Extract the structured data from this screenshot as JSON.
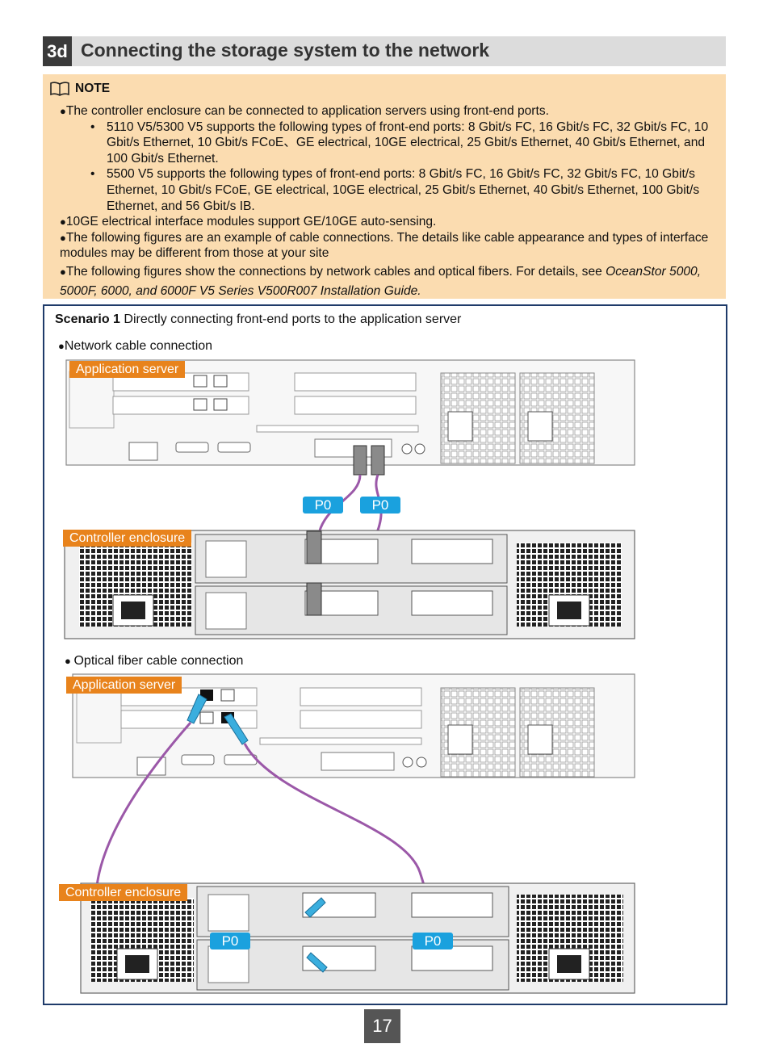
{
  "section": {
    "number": "3d",
    "title": "Connecting the storage system to the network"
  },
  "note": {
    "label": "NOTE",
    "bullet1": "The controller enclosure can be connected to application servers using front-end ports.",
    "sub1": "5110 V5/5300 V5 supports the following types of front-end ports: 8 Gbit/s FC, 16 Gbit/s FC, 32 Gbit/s FC, 10 Gbit/s Ethernet, 10 Gbit/s FCoE、GE electrical, 10GE electrical, 25 Gbit/s Ethernet, 40 Gbit/s Ethernet, and 100 Gbit/s Ethernet.",
    "sub2": "5500 V5 supports the following types of front-end ports: 8 Gbit/s FC, 16 Gbit/s FC, 32 Gbit/s FC, 10 Gbit/s Ethernet, 10 Gbit/s FCoE, GE electrical, 10GE electrical, 25 Gbit/s Ethernet, 40 Gbit/s Ethernet, 100 Gbit/s Ethernet, and 56 Gbit/s IB.",
    "bullet2": "10GE electrical interface modules support GE/10GE auto-sensing.",
    "bullet3": "The following figures are an example of cable connections. The details like cable appearance and types of interface modules may be different from those at your site",
    "bullet4_text": "The following figures show the connections by network cables and optical fibers. For details, see ",
    "bullet4_italic": "OceanStor 5000, 5000F, 6000, and 6000F V5 Series V500R007 Installation Guide."
  },
  "scenario": {
    "label": "Scenario 1",
    "text": " Directly connecting front-end ports to the application server",
    "network_heading": "Network cable connection",
    "optical_heading": "Optical fiber cable connection"
  },
  "labels": {
    "app_server": "Application server",
    "controller": "Controller enclosure",
    "p0": "P0"
  },
  "page_number": "17",
  "colors": {
    "cable": "#9b58a8",
    "orange": "#e8831c",
    "blue": "#1aa1de",
    "box_border": "#1f3b6a",
    "note_bg": "#fbdcb0"
  }
}
